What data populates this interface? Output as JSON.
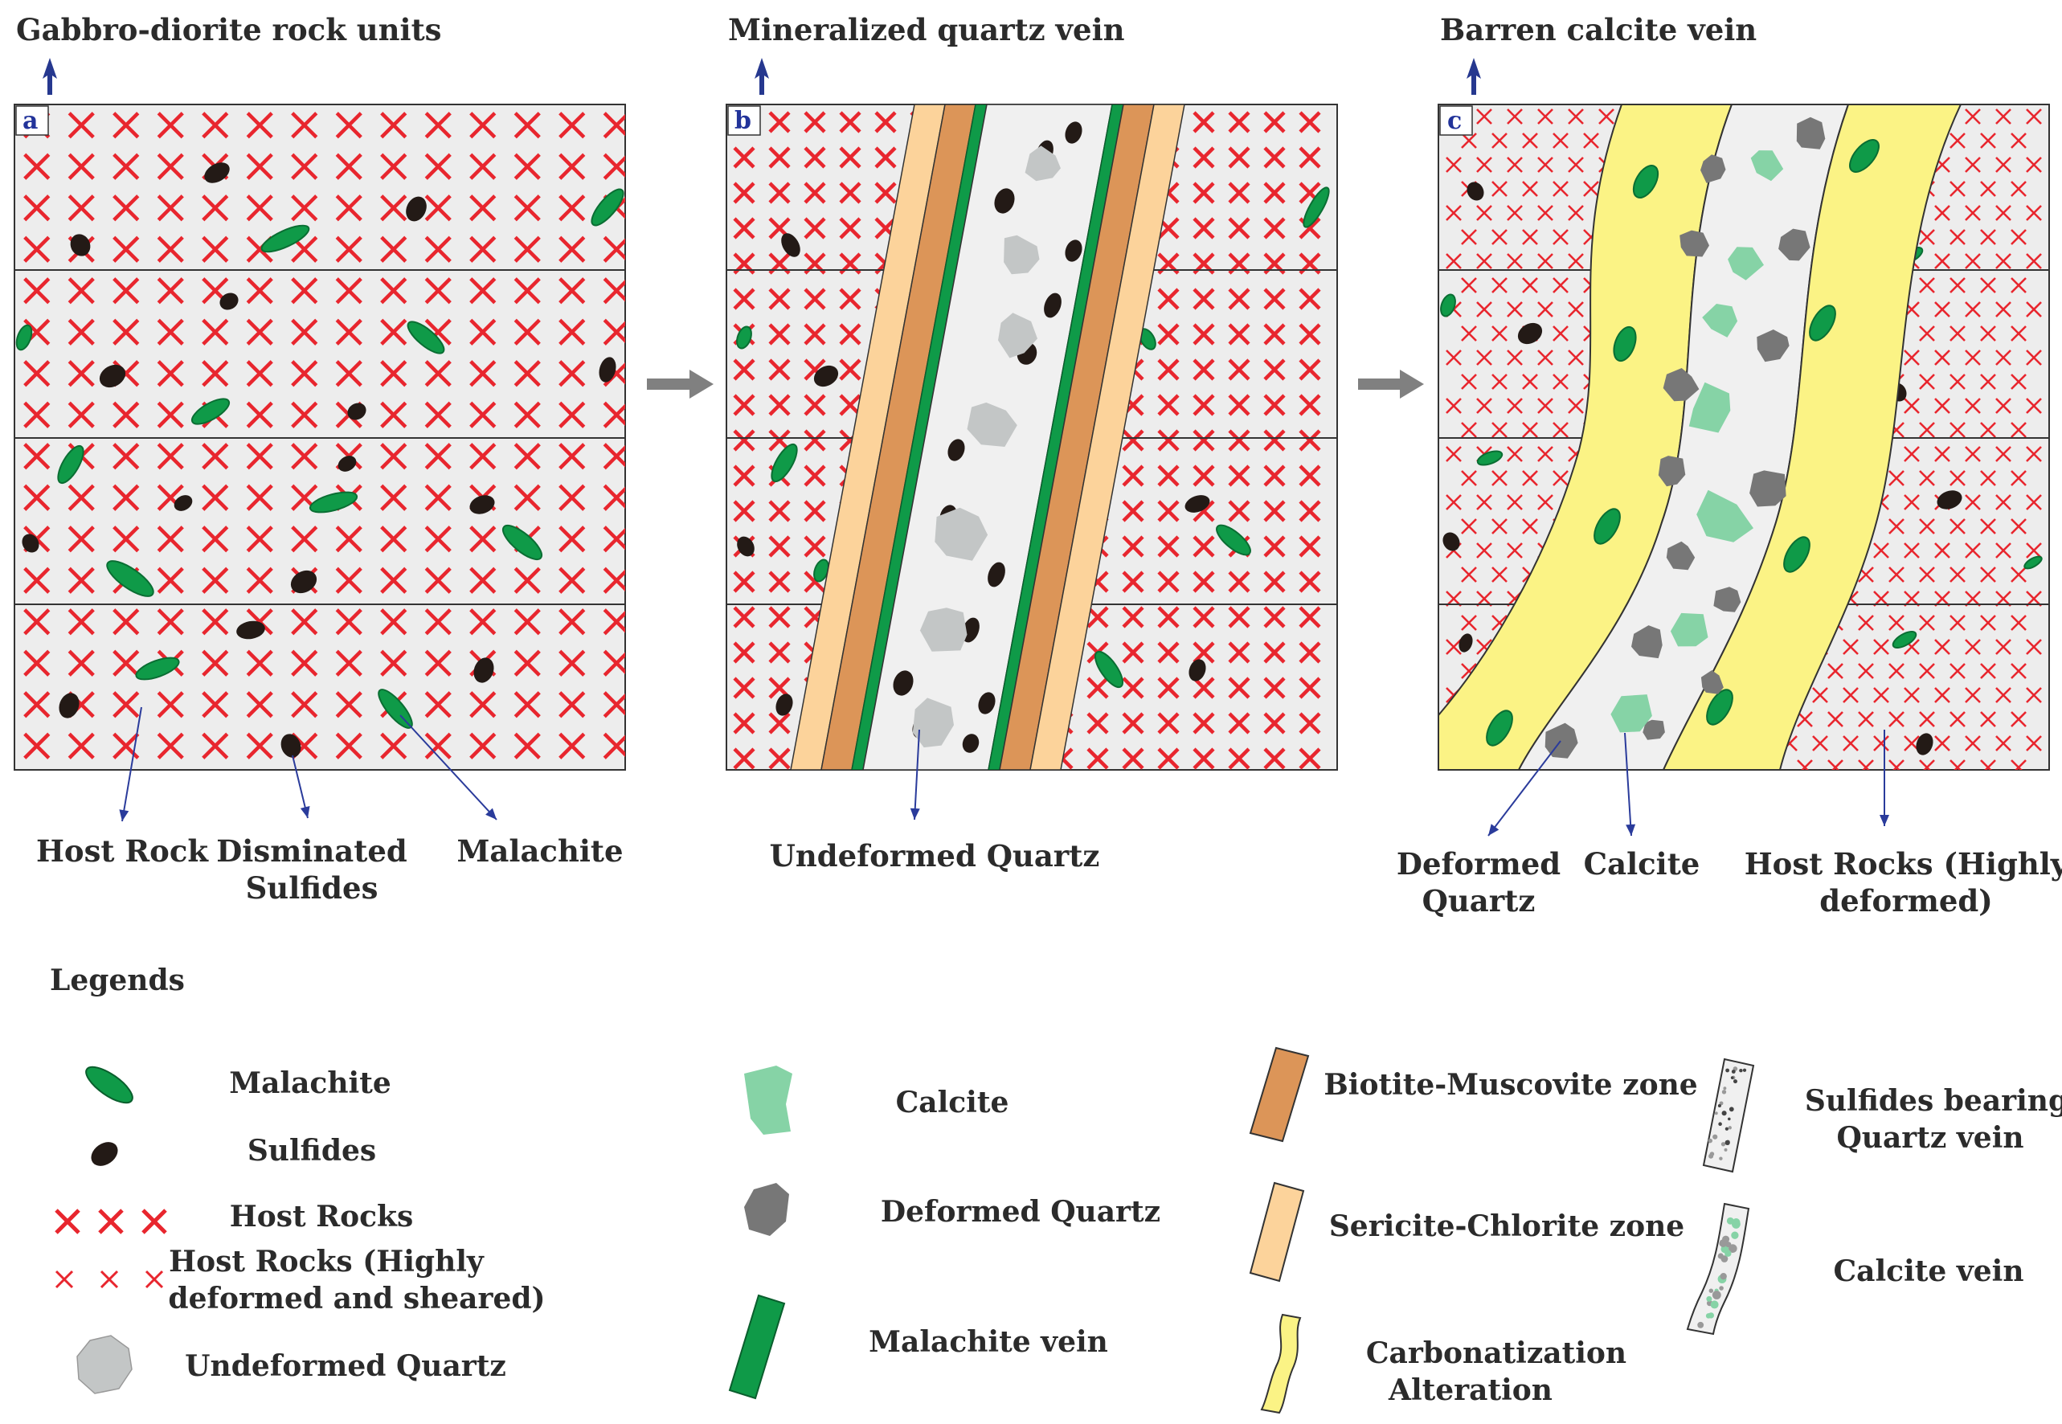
{
  "colors": {
    "host_x": "#e8262e",
    "malachite": "#0f9a48",
    "malachite_dark": "#0a6e33",
    "sulfide": "#231a16",
    "panel_bg": "#ededed",
    "undeformed_quartz": "#c3c6c6",
    "deformed_quartz": "#777777",
    "calcite": "#86d3a6",
    "biotite_muscovite": "#dc9558",
    "sericite_chlorite": "#fcd39b",
    "carbonatization": "#fbf385",
    "arrow": "#2a3b9b",
    "process_arrow": "#808080",
    "vein_fill": "#f0f0f0"
  },
  "icons": {
    "north_arrow": "north-arrow-icon",
    "process_arrow": "process-arrow-icon"
  },
  "panels": [
    {
      "letter": "a",
      "title": "Gabbro-diorite rock units"
    },
    {
      "letter": "b",
      "title": "Mineralized quartz vein"
    },
    {
      "letter": "c",
      "title": "Barren calcite vein"
    }
  ],
  "callouts": {
    "a": [
      [
        "Host Rock"
      ],
      [
        "Disminated",
        "Sulfides"
      ],
      [
        "Malachite"
      ]
    ],
    "b": [
      [
        "Undeformed Quartz"
      ]
    ],
    "c": [
      [
        "Deformed",
        "Quartz"
      ],
      [
        "Calcite"
      ],
      [
        "Host Rocks (Highly",
        "deformed)"
      ]
    ]
  },
  "legend": {
    "heading": "Legends",
    "items": [
      {
        "key": "malachite",
        "lines": [
          "Malachite"
        ]
      },
      {
        "key": "sulfides",
        "lines": [
          "Sulfides"
        ]
      },
      {
        "key": "host_rocks",
        "lines": [
          "Host Rocks"
        ]
      },
      {
        "key": "host_rocks_deformed",
        "lines": [
          "Host Rocks (Highly",
          "deformed and sheared)"
        ]
      },
      {
        "key": "undeformed_quartz",
        "lines": [
          "Undeformed Quartz"
        ]
      },
      {
        "key": "calcite",
        "lines": [
          "Calcite"
        ]
      },
      {
        "key": "deformed_quartz",
        "lines": [
          "Deformed Quartz"
        ]
      },
      {
        "key": "malachite_vein",
        "lines": [
          "Malachite vein"
        ]
      },
      {
        "key": "biotite_muscovite",
        "lines": [
          "Biotite-Muscovite zone"
        ]
      },
      {
        "key": "sericite_chlorite",
        "lines": [
          "Sericite-Chlorite zone"
        ]
      },
      {
        "key": "carbonatization",
        "lines": [
          "Carbonatization",
          "Alteration"
        ]
      },
      {
        "key": "sulfides_quartz_vein",
        "lines": [
          "Sulfides bearing",
          "Quartz vein"
        ]
      },
      {
        "key": "calcite_vein",
        "lines": [
          "Calcite vein"
        ]
      }
    ]
  }
}
